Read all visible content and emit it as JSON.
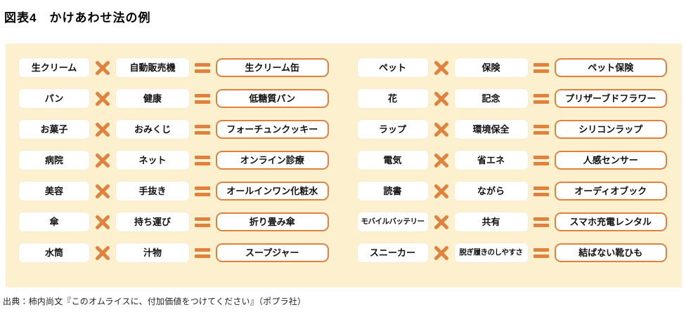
{
  "figure": {
    "title": "図表4　かけあわせ法の例",
    "source": "出典：柿内尚文『このオムライスに、付加価値をつけてください』（ポプラ社）"
  },
  "operators": {
    "multiply": "×",
    "equals": "="
  },
  "colors": {
    "accent": "#E0823E",
    "panel_bg": "#FCF0CF",
    "box_bg": "#FFFFFF",
    "result_border": "#E0823E",
    "text": "#111111"
  },
  "columns": [
    {
      "rows": [
        {
          "a": "生クリーム",
          "b": "自動販売機",
          "result": "生クリーム缶"
        },
        {
          "a": "パン",
          "b": "健康",
          "result": "低糖質パン"
        },
        {
          "a": "お菓子",
          "b": "おみくじ",
          "result": "フォーチュンクッキー"
        },
        {
          "a": "病院",
          "b": "ネット",
          "result": "オンライン診療"
        },
        {
          "a": "美容",
          "b": "手抜き",
          "result": "オールインワン化粧水"
        },
        {
          "a": "傘",
          "b": "持ち運び",
          "result": "折り畳み傘"
        },
        {
          "a": "水筒",
          "b": "汁物",
          "result": "スープジャー"
        }
      ]
    },
    {
      "rows": [
        {
          "a": "ペット",
          "b": "保険",
          "result": "ペット保険"
        },
        {
          "a": "花",
          "b": "記念",
          "result": "プリザーブドフラワー"
        },
        {
          "a": "ラップ",
          "b": "環境保全",
          "result": "シリコンラップ"
        },
        {
          "a": "電気",
          "b": "省エネ",
          "result": "人感センサー"
        },
        {
          "a": "読書",
          "b": "ながら",
          "result": "オーディオブック"
        },
        {
          "a": "モバイルバッテリー",
          "b": "共有",
          "result": "スマホ充電レンタル"
        },
        {
          "a": "スニーカー",
          "b": "脱ぎ履きのしやすさ",
          "result": "結ばない靴ひも"
        }
      ]
    }
  ]
}
